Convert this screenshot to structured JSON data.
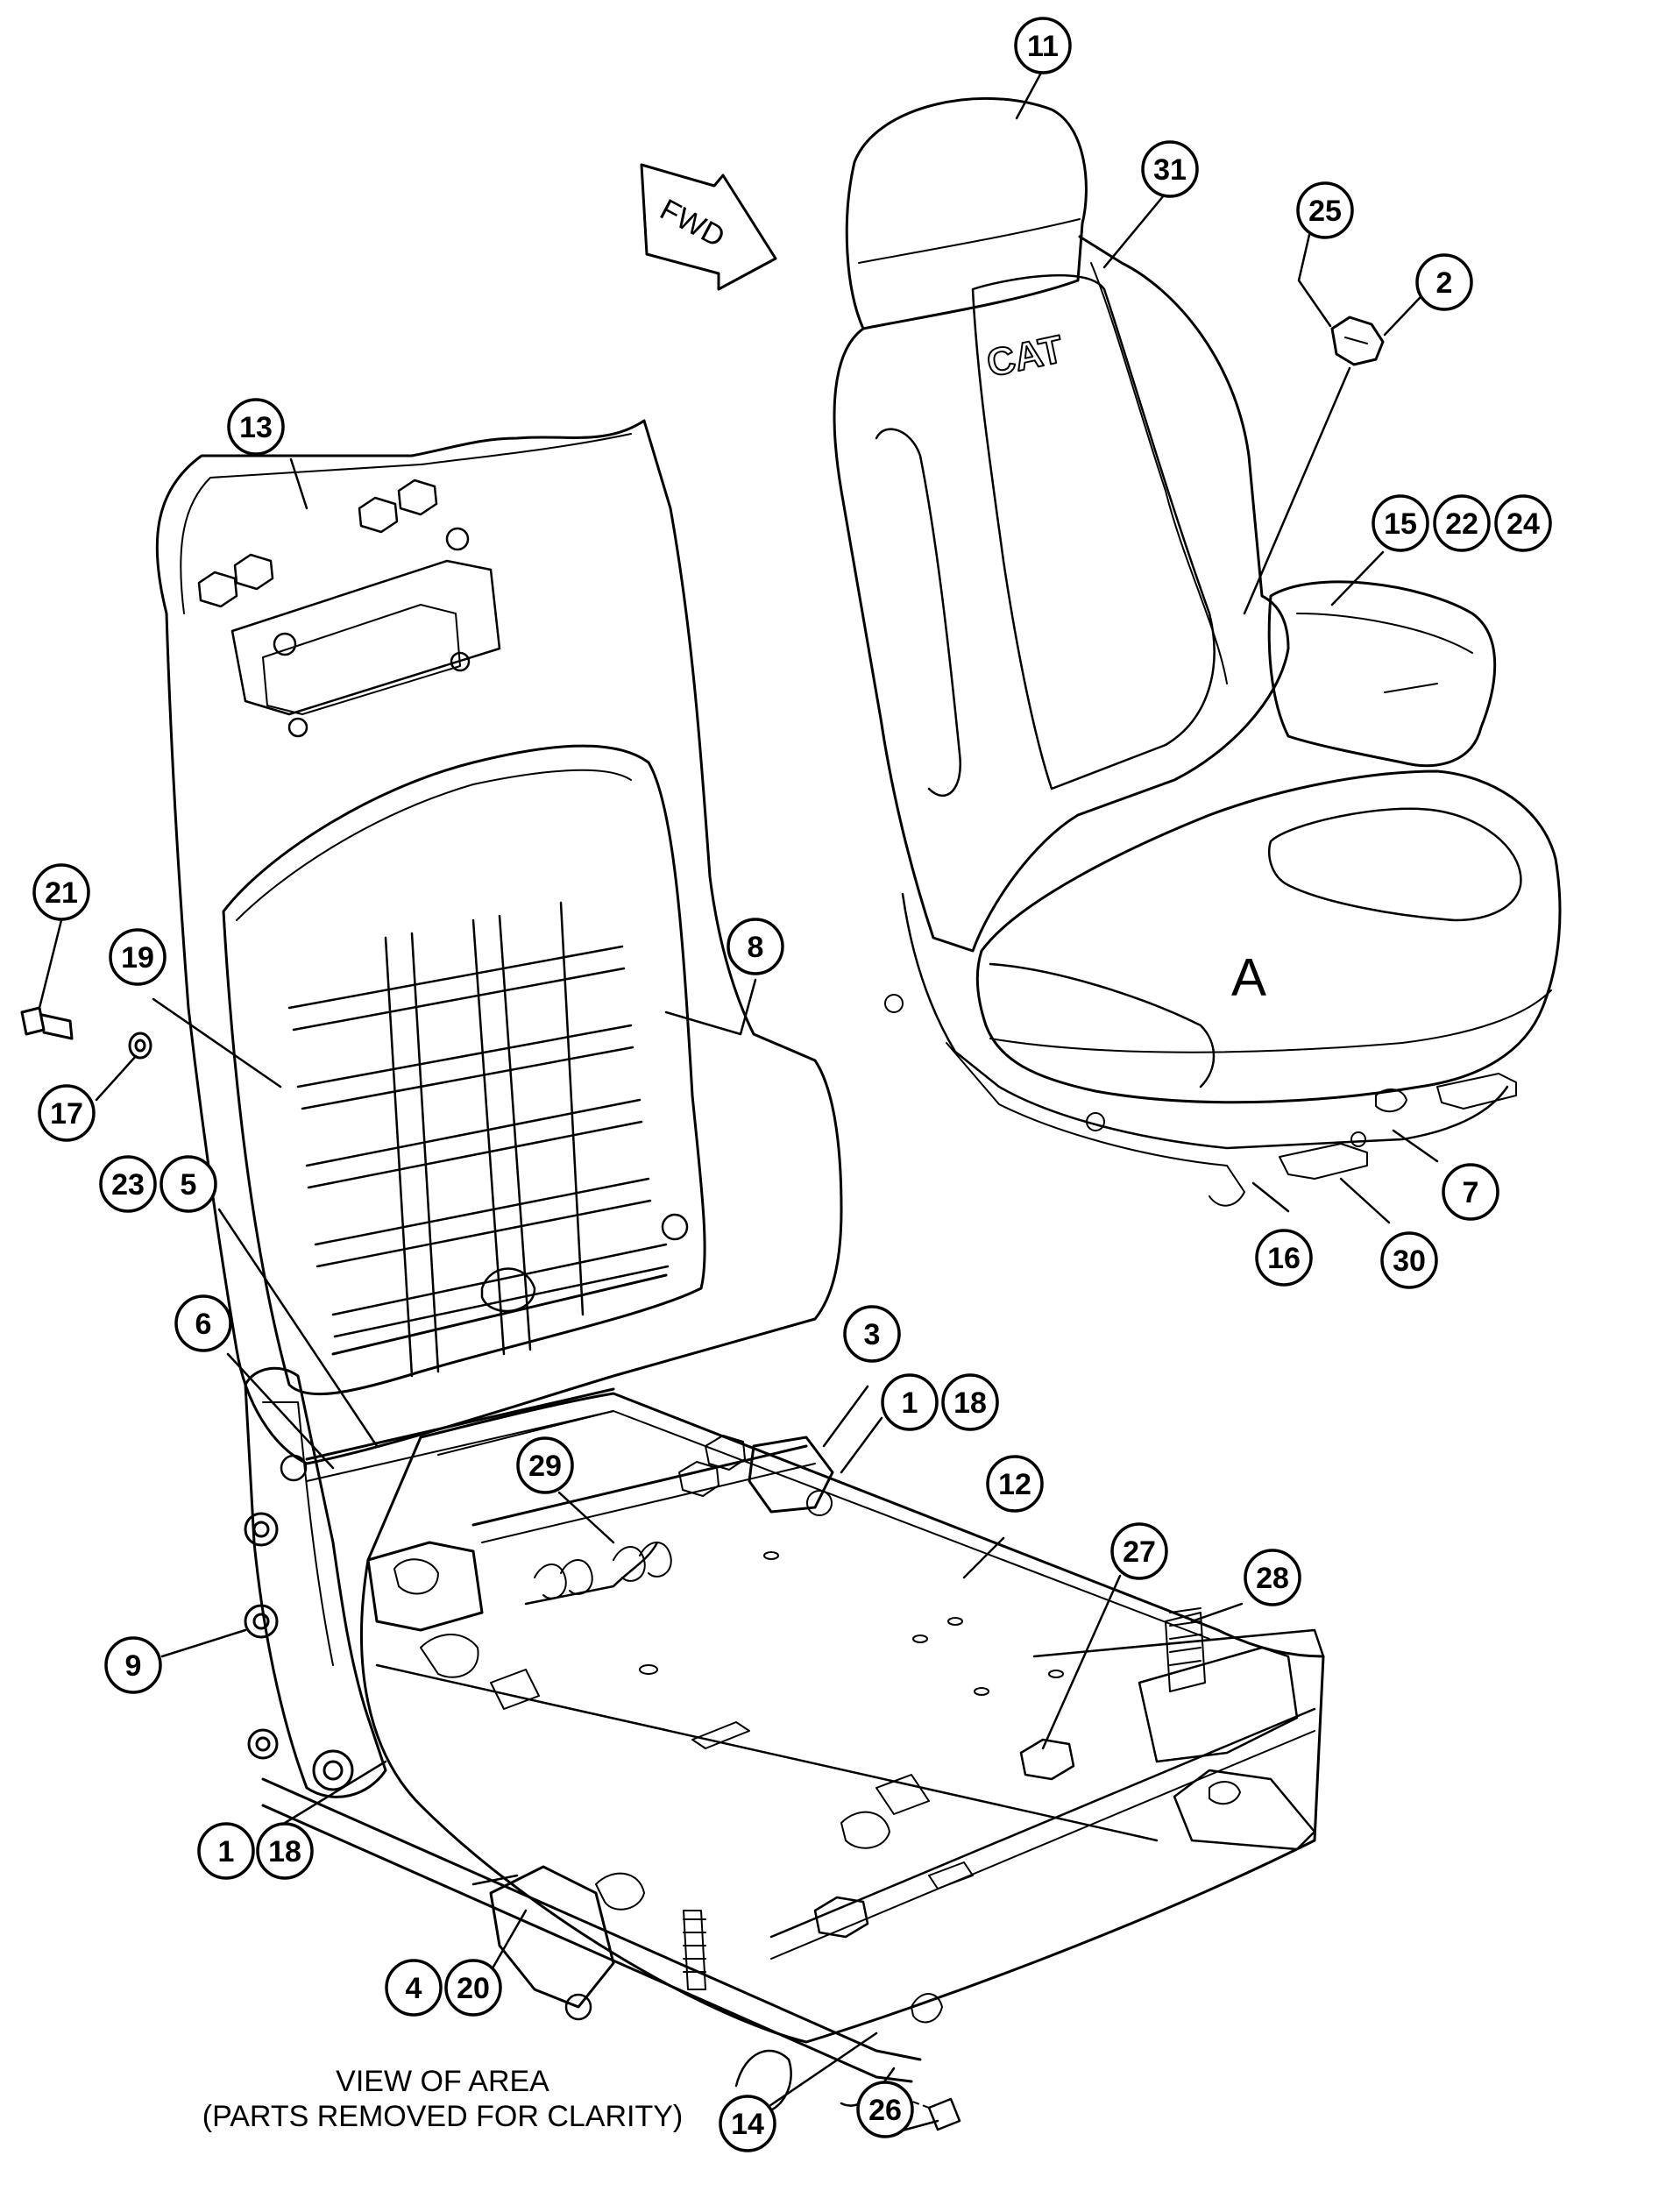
{
  "callouts": [
    {
      "id": "c11",
      "label": "11"
    },
    {
      "id": "c31",
      "label": "31"
    },
    {
      "id": "c25",
      "label": "25"
    },
    {
      "id": "c2",
      "label": "2"
    },
    {
      "id": "c15",
      "label": "15"
    },
    {
      "id": "c22",
      "label": "22"
    },
    {
      "id": "c24",
      "label": "24"
    },
    {
      "id": "c13",
      "label": "13"
    },
    {
      "id": "c8",
      "label": "8"
    },
    {
      "id": "c21",
      "label": "21"
    },
    {
      "id": "c19",
      "label": "19"
    },
    {
      "id": "c17",
      "label": "17"
    },
    {
      "id": "c23",
      "label": "23"
    },
    {
      "id": "c5",
      "label": "5"
    },
    {
      "id": "c6",
      "label": "6"
    },
    {
      "id": "c7",
      "label": "7"
    },
    {
      "id": "c16",
      "label": "16"
    },
    {
      "id": "c30",
      "label": "30"
    },
    {
      "id": "c3",
      "label": "3"
    },
    {
      "id": "c1a",
      "label": "1"
    },
    {
      "id": "c18a",
      "label": "18"
    },
    {
      "id": "c29",
      "label": "29"
    },
    {
      "id": "c12",
      "label": "12"
    },
    {
      "id": "c27",
      "label": "27"
    },
    {
      "id": "c28",
      "label": "28"
    },
    {
      "id": "c9",
      "label": "9"
    },
    {
      "id": "c1b",
      "label": "1"
    },
    {
      "id": "c18b",
      "label": "18"
    },
    {
      "id": "c4",
      "label": "4"
    },
    {
      "id": "c20",
      "label": "20"
    },
    {
      "id": "c14",
      "label": "14"
    },
    {
      "id": "c26",
      "label": "26"
    }
  ],
  "fwd_label": "FWD",
  "view_label": "A",
  "caption": {
    "line1": "VIEW OF AREA",
    "line2": "(PARTS REMOVED FOR CLARITY)"
  },
  "logo_text": "CAT",
  "colors": {
    "ink": "#000000",
    "background": "#ffffff"
  }
}
